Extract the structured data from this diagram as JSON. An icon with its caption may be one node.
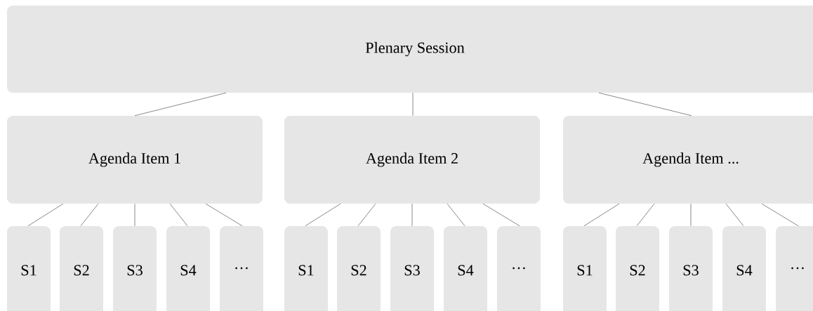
{
  "diagram": {
    "nodes": [
      {
        "text": [
          "Plenary Session"
        ]
      },
      {
        "text": [
          "Agenda Item 1"
        ]
      },
      {
        "text": [
          "Agenda Item 2"
        ]
      },
      {
        "text": [
          "Agenda Item ..."
        ]
      },
      {
        "text": [
          "S1"
        ]
      },
      {
        "text": [
          "S2"
        ]
      },
      {
        "text": [
          "S3"
        ]
      },
      {
        "text": [
          "S4"
        ]
      },
      {
        "text": [
          "···"
        ]
      },
      {
        "text": [
          "S1"
        ]
      },
      {
        "text": [
          "S2"
        ]
      },
      {
        "text": [
          "S3"
        ]
      },
      {
        "text": [
          "S4"
        ]
      },
      {
        "text": [
          "···"
        ]
      },
      {
        "text": [
          "S1"
        ]
      },
      {
        "text": [
          "S2"
        ]
      },
      {
        "text": [
          "S3"
        ]
      },
      {
        "text": [
          "S4"
        ]
      },
      {
        "text": [
          "···"
        ]
      }
    ],
    "edges": [
      {
        "from": 0,
        "to": 1,
        "arrow": "none"
      },
      {
        "from": 0,
        "to": 2,
        "arrow": "none"
      },
      {
        "from": 0,
        "to": 3,
        "arrow": "none"
      },
      {
        "from": 1,
        "to": 4,
        "arrow": "none"
      },
      {
        "from": 1,
        "to": 5,
        "arrow": "none"
      },
      {
        "from": 1,
        "to": 6,
        "arrow": "none"
      },
      {
        "from": 1,
        "to": 7,
        "arrow": "none"
      },
      {
        "from": 1,
        "to": 8,
        "arrow": "none"
      },
      {
        "from": 2,
        "to": 9,
        "arrow": "none"
      },
      {
        "from": 2,
        "to": 10,
        "arrow": "none"
      },
      {
        "from": 2,
        "to": 11,
        "arrow": "none"
      },
      {
        "from": 2,
        "to": 12,
        "arrow": "none"
      },
      {
        "from": 2,
        "to": 13,
        "arrow": "none"
      },
      {
        "from": 3,
        "to": 14,
        "arrow": "none"
      },
      {
        "from": 3,
        "to": 15,
        "arrow": "none"
      },
      {
        "from": 3,
        "to": 16,
        "arrow": "none"
      },
      {
        "from": 3,
        "to": 17,
        "arrow": "none"
      },
      {
        "from": 3,
        "to": 18,
        "arrow": "none"
      }
    ]
  }
}
